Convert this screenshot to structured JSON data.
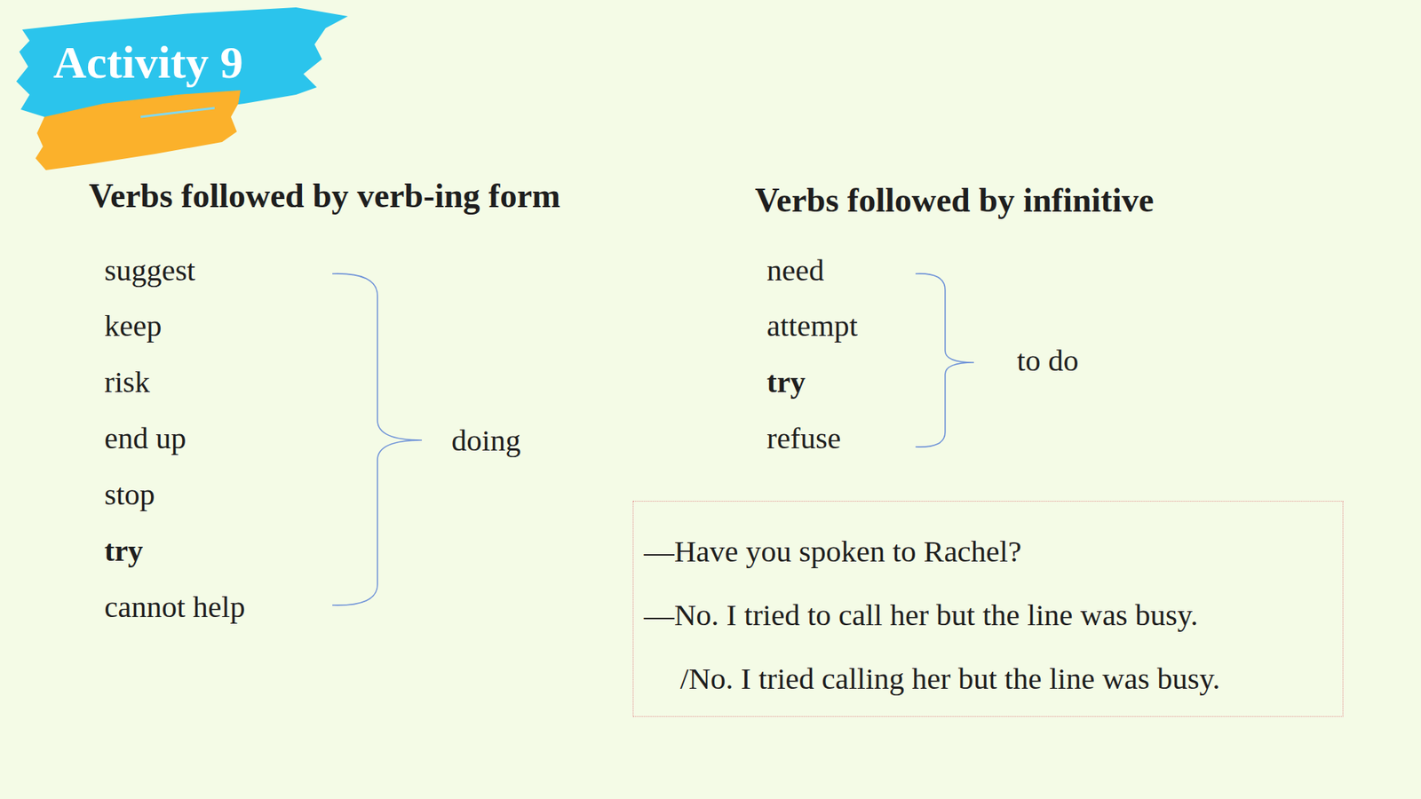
{
  "diagram": {
    "title": "Activity 9",
    "nodes": [
      {
        "text": [
          "—Have you spoken to Rachel?",
          "—No. I tried to call her but the line was busy.",
          "/No. I tried calling her but the line was busy."
        ]
      }
    ],
    "labels": [
      "Verbs followed by verb-ing form",
      "suggest",
      "keep",
      "risk",
      "end up",
      "stop",
      "try",
      "cannot help",
      "doing",
      "Verbs followed by infinitive",
      "need",
      "attempt",
      "try",
      "refuse",
      "to do"
    ]
  }
}
